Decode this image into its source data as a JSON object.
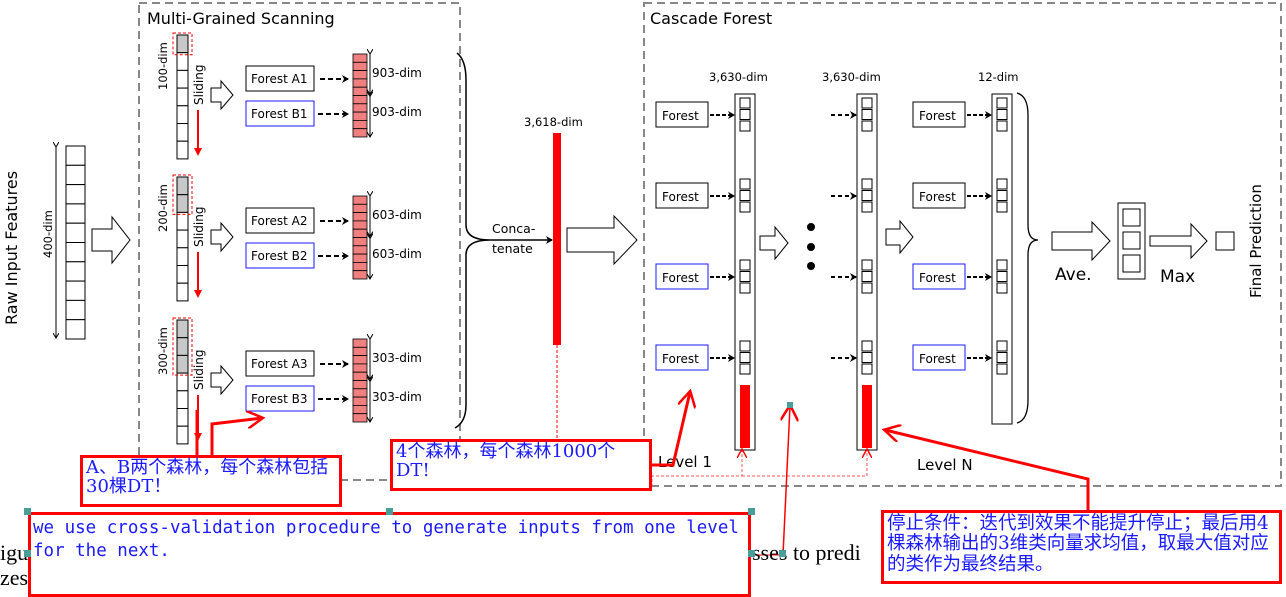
{
  "left": {
    "raw_input_label": "Raw Input Features",
    "input_dim_label": "400-dim"
  },
  "mgs": {
    "title": "Multi-Grained Scanning",
    "rows": [
      {
        "window_label": "100-dim",
        "sliding_label": "Sliding",
        "forest_a": "Forest A1",
        "forest_b": "Forest B1",
        "out_a": "903-dim",
        "out_b": "903-dim"
      },
      {
        "window_label": "200-dim",
        "sliding_label": "Sliding",
        "forest_a": "Forest A2",
        "forest_b": "Forest B2",
        "out_a": "603-dim",
        "out_b": "603-dim"
      },
      {
        "window_label": "300-dim",
        "sliding_label": "Sliding",
        "forest_a": "Forest A3",
        "forest_b": "Forest B3",
        "out_a": "303-dim",
        "out_b": "303-dim"
      }
    ],
    "concat_label_1": "Conca-",
    "concat_label_2": "tenate",
    "concat_dim": "3,618-dim"
  },
  "cascade": {
    "title": "Cascade Forest",
    "level1_dim": "3,630-dim",
    "levelN_dim": "3,630-dim",
    "final_dim": "12-dim",
    "forest_label": "Forest",
    "level1_label": "Level 1",
    "levelN_label": "Level N",
    "ave_label": "Ave.",
    "max_label": "Max",
    "final_label": "Final Prediction"
  },
  "background_text": {
    "fig_fragment": "igu",
    "zes_fragment": "zes",
    "mid_fragment": "sses to predi"
  },
  "annotations": {
    "ab_forests": "A、B两个森林，每个森林包括30棵DT！",
    "four_forests": "4个森林，每个森林1000个DT!",
    "cross_validation": "we use cross-validation procedure to generate inputs from one level for the next.",
    "stop_condition": "停止条件：迭代到效果不能提升停止；最后用4棵森林输出的3维类向量求均值，取最大值对应的类作为最终结果。"
  },
  "colors": {
    "red": "#ff0000",
    "blue_border": "#1a1aff",
    "pink_fill": "#f08080",
    "gray_fill": "#c8c8c8",
    "dash_gray": "#888888",
    "handle": "#4a9e9a"
  }
}
